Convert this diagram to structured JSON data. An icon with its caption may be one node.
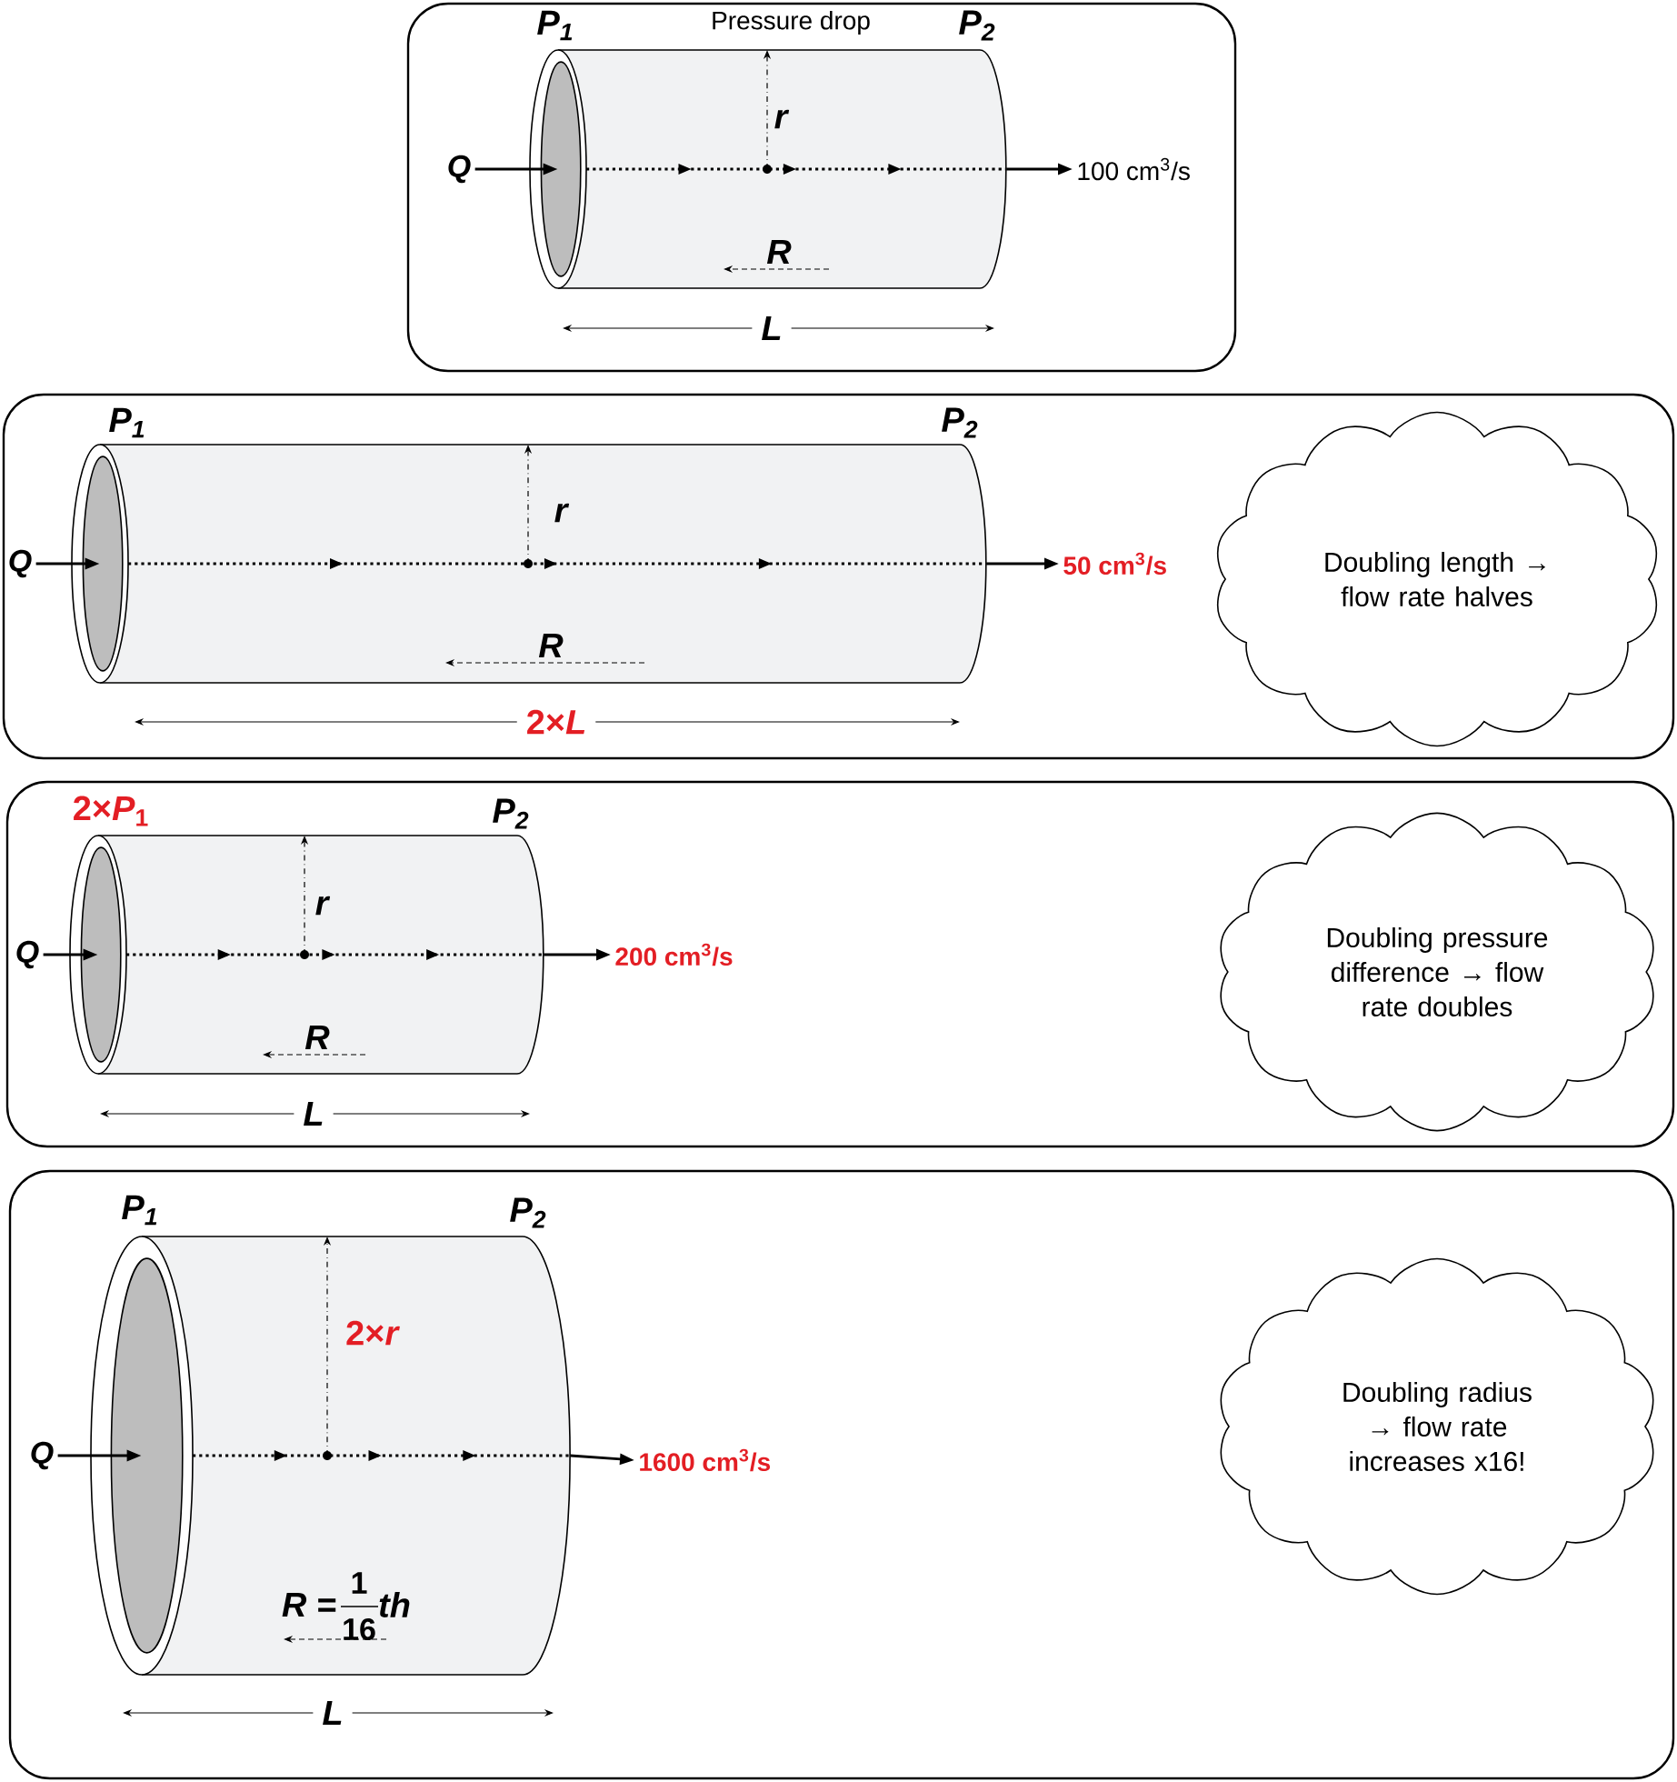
{
  "diagram": {
    "nodes": [
      {
        "text": [],
        "shape": "box"
      },
      {
        "text": [
          "Q"
        ],
        "in": 0
      },
      {
        "text": [],
        "shape": "cylinder",
        "in": 0
      },
      {
        "text": [
          "100 cm$^{3}$/s"
        ],
        "in": 0
      },
      {
        "text": [],
        "shape": "box"
      },
      {
        "text": [
          "Q"
        ],
        "in": 4
      },
      {
        "text": [],
        "shape": "cylinder",
        "in": 4
      },
      {
        "text": [
          "50 cm$^{3}$/s"
        ],
        "in": 4
      },
      {
        "text": [
          "Doubling length → flow rate halves"
        ],
        "in": 4
      },
      {
        "text": [],
        "shape": "box"
      },
      {
        "text": [
          "Q"
        ],
        "in": 9
      },
      {
        "text": [],
        "shape": "cylinder",
        "in": 9
      },
      {
        "text": [
          "200 cm$^{3}$/s"
        ],
        "in": 9
      },
      {
        "text": [
          "Doubling pressure difference → flow rate doubles"
        ],
        "in": 9
      },
      {
        "text": [],
        "shape": "box"
      },
      {
        "text": [
          "Q"
        ],
        "in": 14
      },
      {
        "text": [],
        "shape": "cylinder",
        "in": 14
      },
      {
        "text": [
          "1600 cm$^{3}$/s"
        ],
        "in": 14
      },
      {
        "text": [
          "Doubling radius → flow rate increases x16!"
        ],
        "in": 14
      }
    ],
    "edges": [
      {
        "from": 1,
        "to": 2,
        "arrow": "to"
      },
      {
        "from": 2,
        "to": 3,
        "arrow": "to"
      },
      {
        "from": 5,
        "to": 6,
        "arrow": "to"
      },
      {
        "from": 6,
        "to": 7,
        "arrow": "to"
      },
      {
        "from": 10,
        "to": 11,
        "arrow": "to"
      },
      {
        "from": 11,
        "to": 12,
        "arrow": "to"
      },
      {
        "from": 15,
        "to": 16,
        "arrow": "to"
      },
      {
        "from": 16,
        "to": 17,
        "arrow": "to"
      }
    ],
    "labels": [
      "P$_{1}$",
      "Pressure drop",
      "P$_{2}$",
      "r",
      "R",
      "L",
      "P$_{1}$",
      "P$_{2}$",
      "r",
      "R",
      "2×*L*",
      "2×*P*$_{1}$",
      "P$_{2}$",
      "r",
      "R",
      "L",
      "P$_{1}$",
      "P$_{2}$",
      "2×*r*",
      "R =",
      "1",
      "16",
      "th",
      "L"
    ]
  }
}
